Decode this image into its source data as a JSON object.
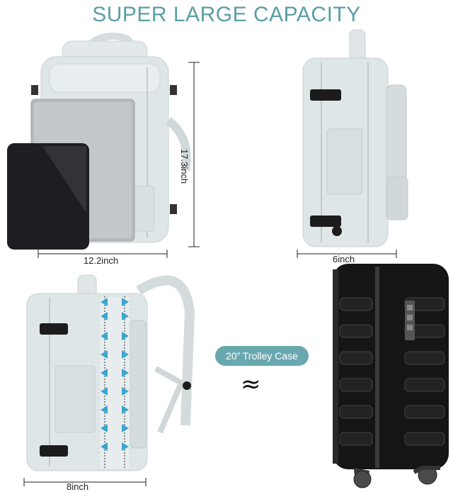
{
  "heading": "SUPER LARGE CAPACITY",
  "dimensions": {
    "height": "17.3inch",
    "width": "12.2inch",
    "depth": "6inch",
    "expanded_depth": "8inch"
  },
  "comparison": {
    "label": "20” Trolley Case",
    "symbol": "≈"
  },
  "colors": {
    "heading": "#5a9ea6",
    "bag": "#dfe6e7",
    "accent": "#3aa6d0",
    "suitcase": "#151515"
  },
  "icons": [
    "laptop-icon",
    "tablet-icon",
    "buckle-icon",
    "expand-arrow-icon",
    "suitcase-icon"
  ]
}
